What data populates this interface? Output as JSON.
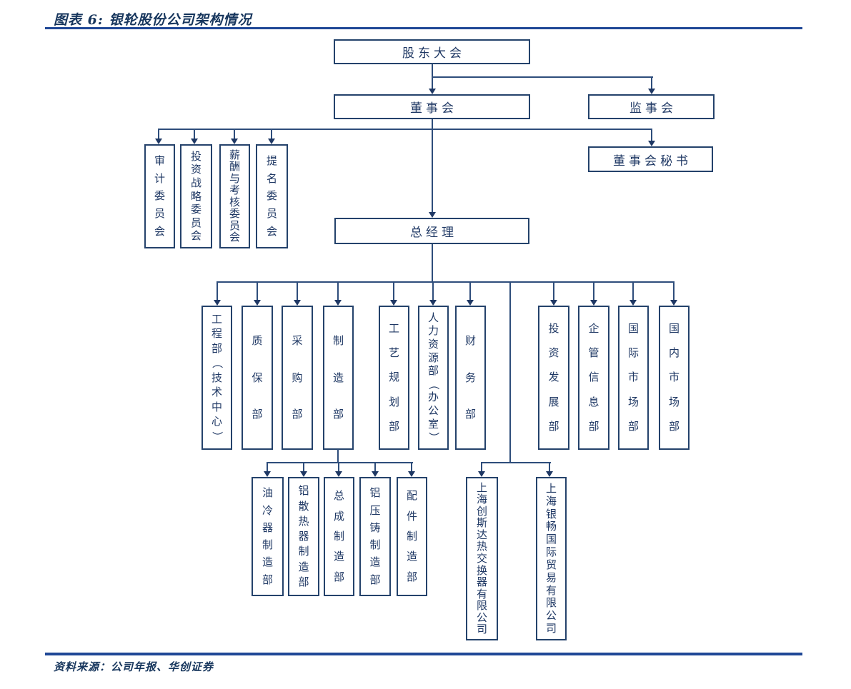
{
  "figure": {
    "title": "图表 6: 银轮股份公司架构情况",
    "source": "资料来源：公司年报、华创证券"
  },
  "org": {
    "shareholders_meeting": "股东大会",
    "board_of_directors": "董事会",
    "supervisory_board": "监事会",
    "board_secretary": "董事会秘书",
    "general_manager": "总经理",
    "committees": [
      "审计委员会",
      "投资战略委员会",
      "薪酬与考核委员会",
      "提名委员会"
    ],
    "departments": [
      "工程部（技术中心）",
      "质保部",
      "采购部",
      "制造部",
      "工艺规划部",
      "人力资源部（办公室）",
      "财务部",
      "投资发展部",
      "企管信息部",
      "国际市场部",
      "国内市场部"
    ],
    "manufacturing_subdepartments": [
      "油冷器制造部",
      "铝散热器制造部",
      "总成制造部",
      "铝压铸制造部",
      "配件制造部"
    ],
    "subsidiaries": [
      "上海创斯达热交换器有限公司",
      "上海银畅国际贸易有限公司"
    ]
  },
  "colors": {
    "accent_text": "#17365d",
    "rule": "#1f4796",
    "node_border": "#24426b",
    "connector": "#2e4d7b"
  }
}
